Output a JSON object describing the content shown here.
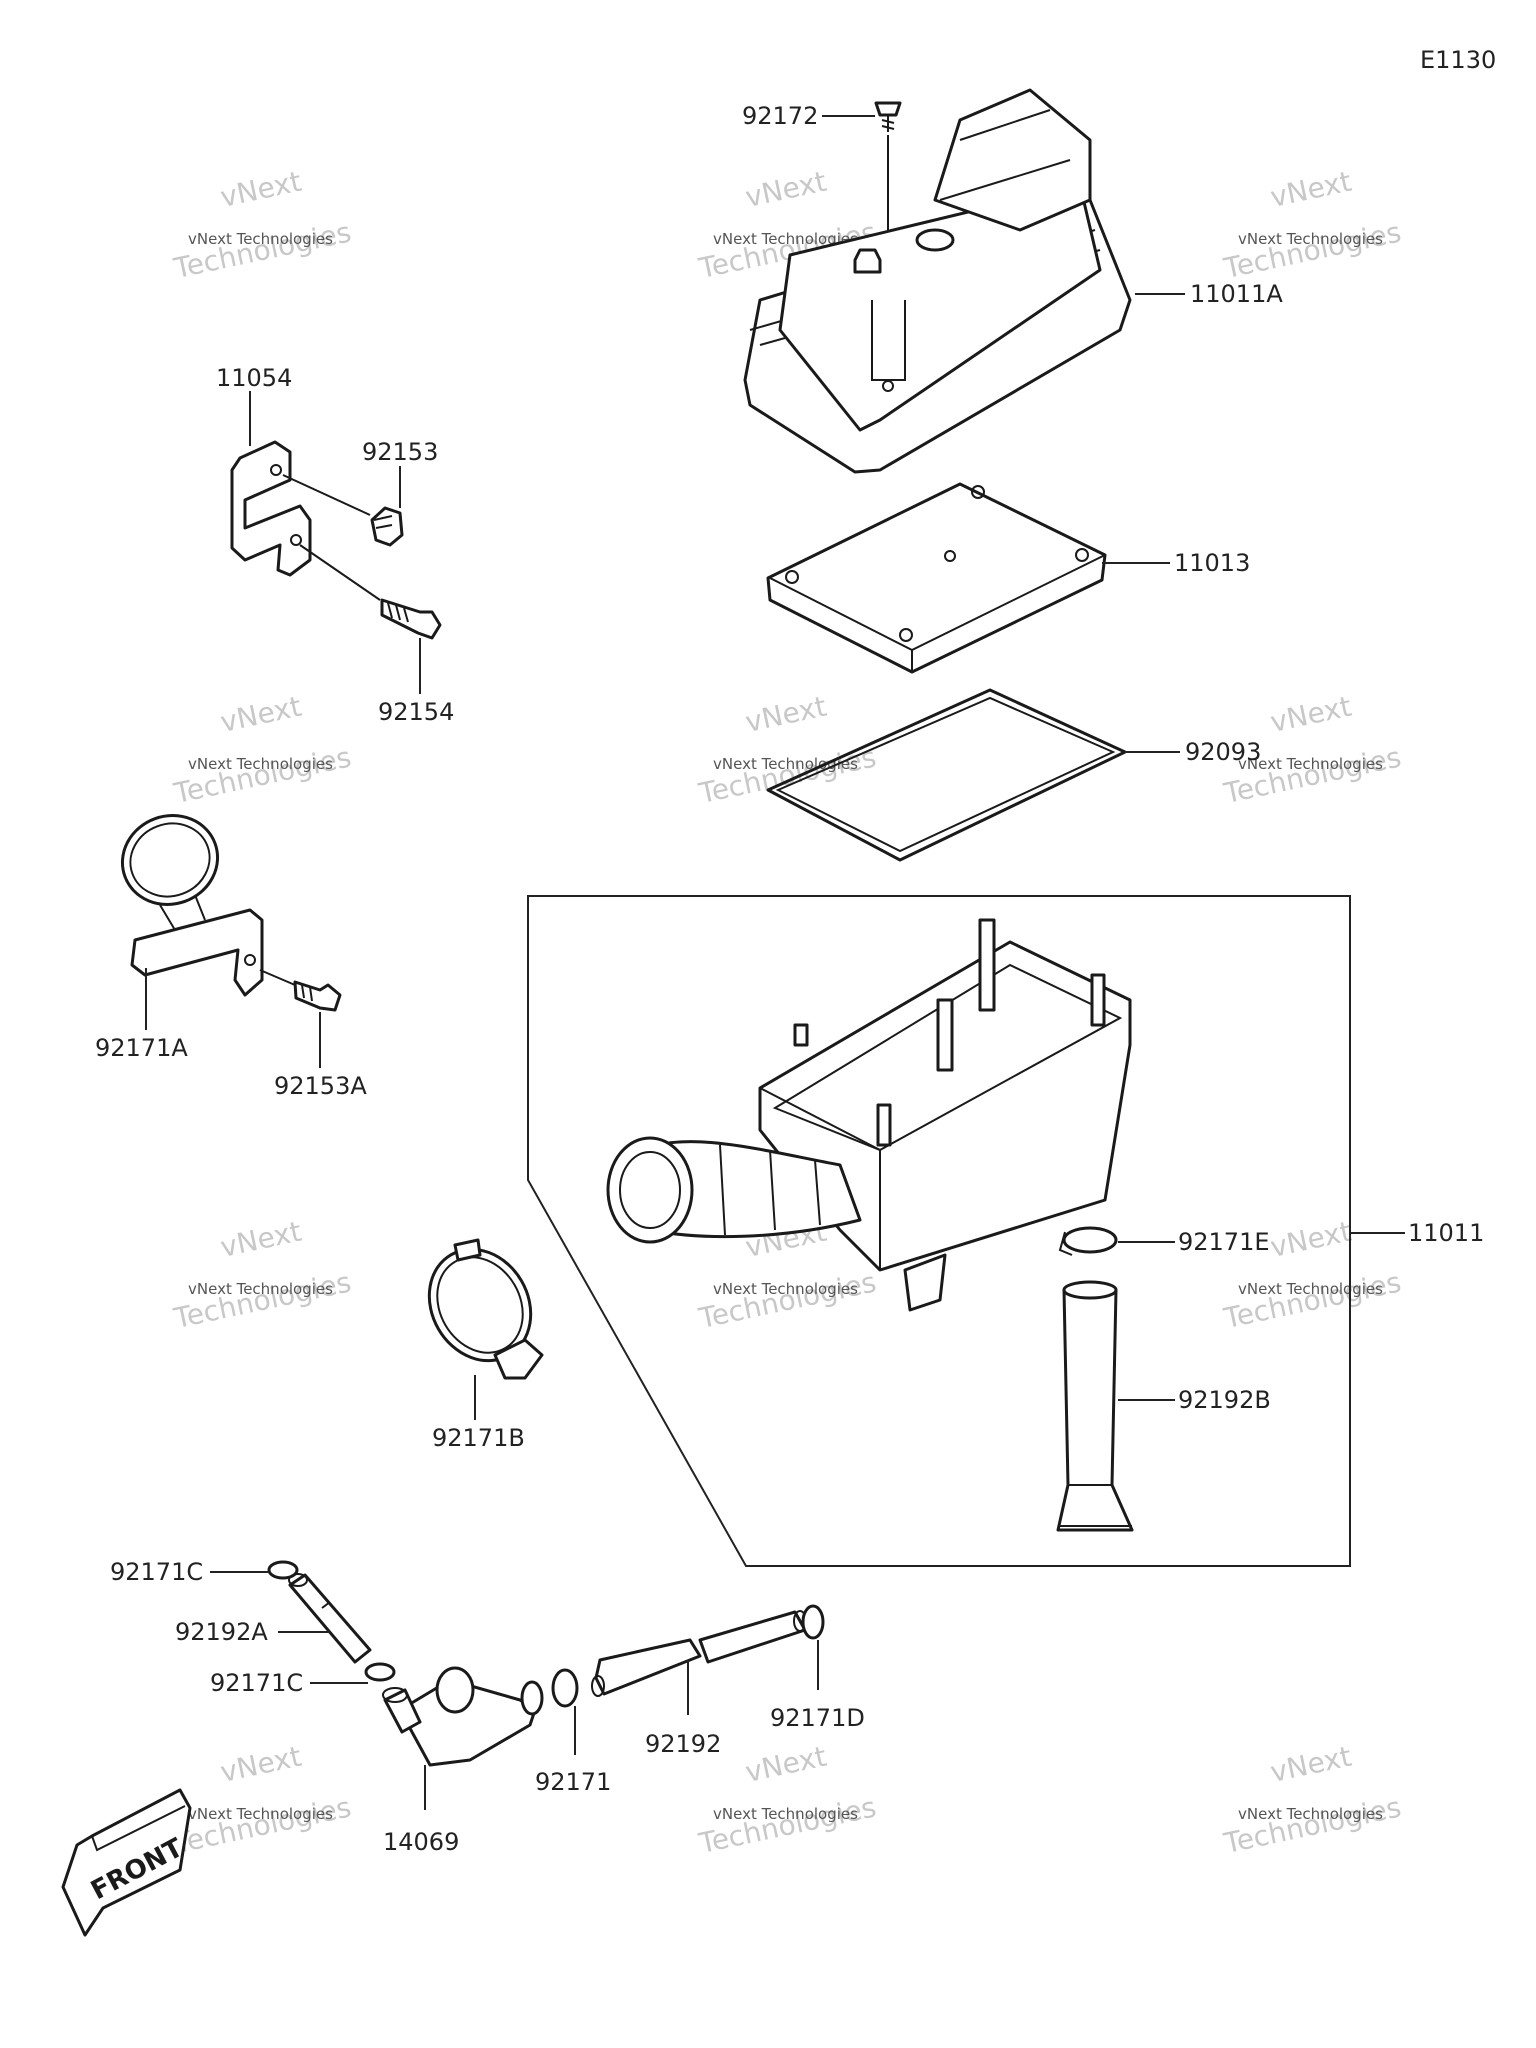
{
  "diagram_code": "E1130",
  "watermark": {
    "line1": "vNext",
    "line2": "vNext Technologies",
    "line3": "Technologies",
    "color": "#c8c8c8"
  },
  "front_arrow_label": "FRONT",
  "parts": {
    "p92172": "92172",
    "p11011A": "11011A",
    "p11054": "11054",
    "p92153": "92153",
    "p11013": "11013",
    "p92154": "92154",
    "p92093": "92093",
    "p92171A": "92171A",
    "p92153A": "92153A",
    "p11011": "11011",
    "p92171E": "92171E",
    "p92192B": "92192B",
    "p92171B": "92171B",
    "p92171C_a": "92171C",
    "p92192A": "92192A",
    "p92171C_b": "92171C",
    "p92192": "92192",
    "p92171D": "92171D",
    "p92171": "92171",
    "p14069": "14069"
  },
  "colors": {
    "line": "#1a1a1a",
    "background": "#ffffff"
  }
}
